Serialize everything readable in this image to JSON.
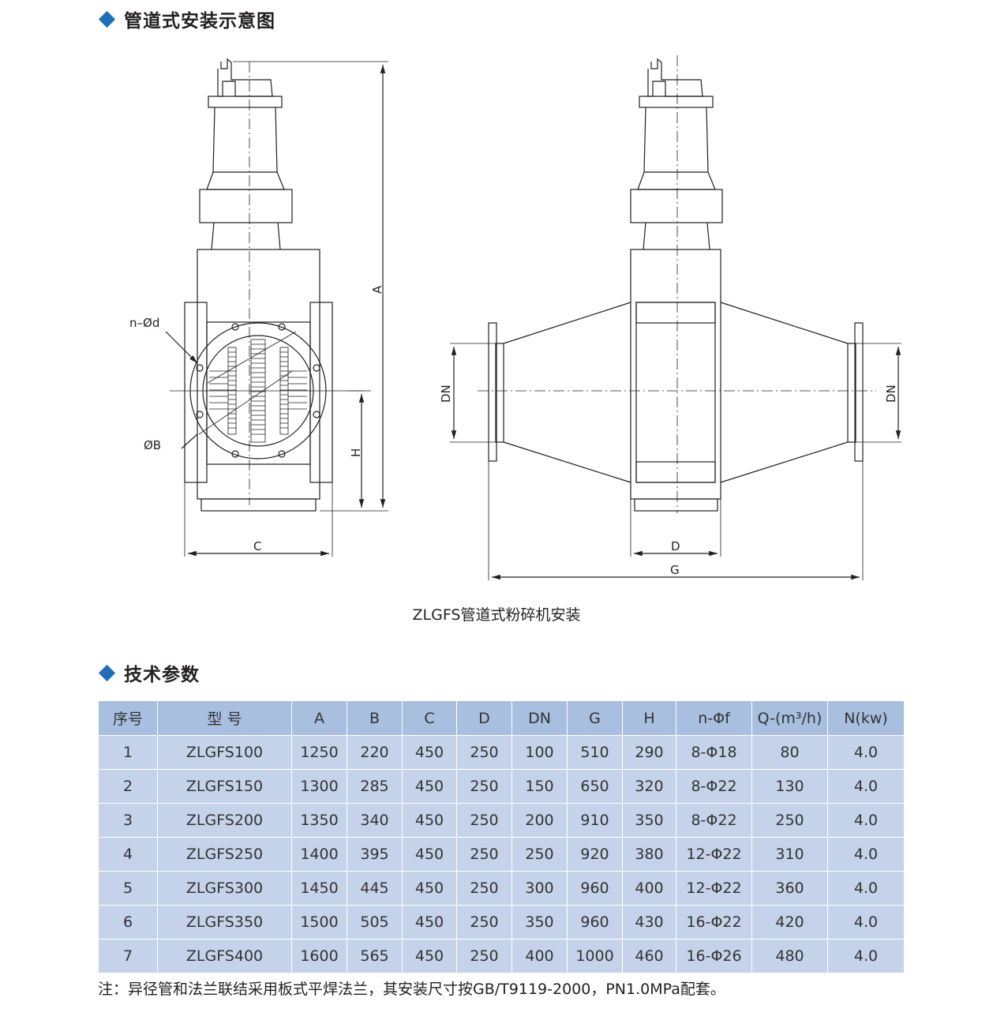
{
  "section1": {
    "title": "管道式安装示意图"
  },
  "drawing": {
    "labels": {
      "n_od": "n–Ød",
      "ob": "ØB",
      "a": "A",
      "h": "H",
      "c": "C",
      "dn_left": "DN",
      "dn_right": "DN",
      "d": "D",
      "g": "G"
    },
    "caption": "ZLGFS管道式粉碎机安装"
  },
  "section2": {
    "title": "技术参数"
  },
  "table": {
    "headers": [
      "序号",
      "型 号",
      "A",
      "B",
      "C",
      "D",
      "DN",
      "G",
      "H",
      "n-Φf",
      "Q-(m³/h)",
      "N(kw)"
    ],
    "rows": [
      [
        "1",
        "ZLGFS100",
        "1250",
        "220",
        "450",
        "250",
        "100",
        "510",
        "290",
        "8-Φ18",
        "80",
        "4.0"
      ],
      [
        "2",
        "ZLGFS150",
        "1300",
        "285",
        "450",
        "250",
        "150",
        "650",
        "320",
        "8-Φ22",
        "130",
        "4.0"
      ],
      [
        "3",
        "ZLGFS200",
        "1350",
        "340",
        "450",
        "250",
        "200",
        "910",
        "350",
        "8-Φ22",
        "250",
        "4.0"
      ],
      [
        "4",
        "ZLGFS250",
        "1400",
        "395",
        "450",
        "250",
        "250",
        "920",
        "380",
        "12-Φ22",
        "310",
        "4.0"
      ],
      [
        "5",
        "ZLGFS300",
        "1450",
        "445",
        "450",
        "250",
        "300",
        "960",
        "400",
        "12-Φ22",
        "360",
        "4.0"
      ],
      [
        "6",
        "ZLGFS350",
        "1500",
        "505",
        "450",
        "250",
        "350",
        "960",
        "430",
        "16-Φ22",
        "420",
        "4.0"
      ],
      [
        "7",
        "ZLGFS400",
        "1600",
        "565",
        "450",
        "250",
        "400",
        "1000",
        "460",
        "16-Φ26",
        "480",
        "4.0"
      ]
    ]
  },
  "note": "注：异径管和法兰联结采用板式平焊法兰，其安装尺寸按GB/T9119-2000，PN1.0MPa配套。"
}
